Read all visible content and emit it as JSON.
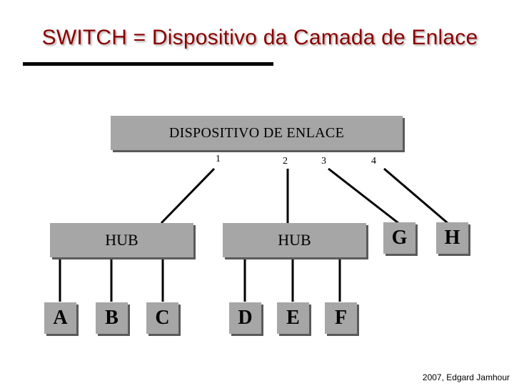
{
  "title": "SWITCH = Dispositivo da Camada de Enlace",
  "device": {
    "label": "DISPOSITIVO DE ENLACE",
    "ports": [
      "1",
      "2",
      "3",
      "4"
    ]
  },
  "hubs": [
    {
      "label": "HUB",
      "hosts": [
        "A",
        "B",
        "C"
      ]
    },
    {
      "label": "HUB",
      "hosts": [
        "D",
        "E",
        "F"
      ]
    }
  ],
  "direct_hosts": [
    "G",
    "H"
  ],
  "footer": "2007, Edgard Jamhour",
  "colors": {
    "title": "#8b0000",
    "box_fill": "#a6a6a6",
    "box_shadow": "#5a5a5a",
    "rule": "#000000"
  }
}
